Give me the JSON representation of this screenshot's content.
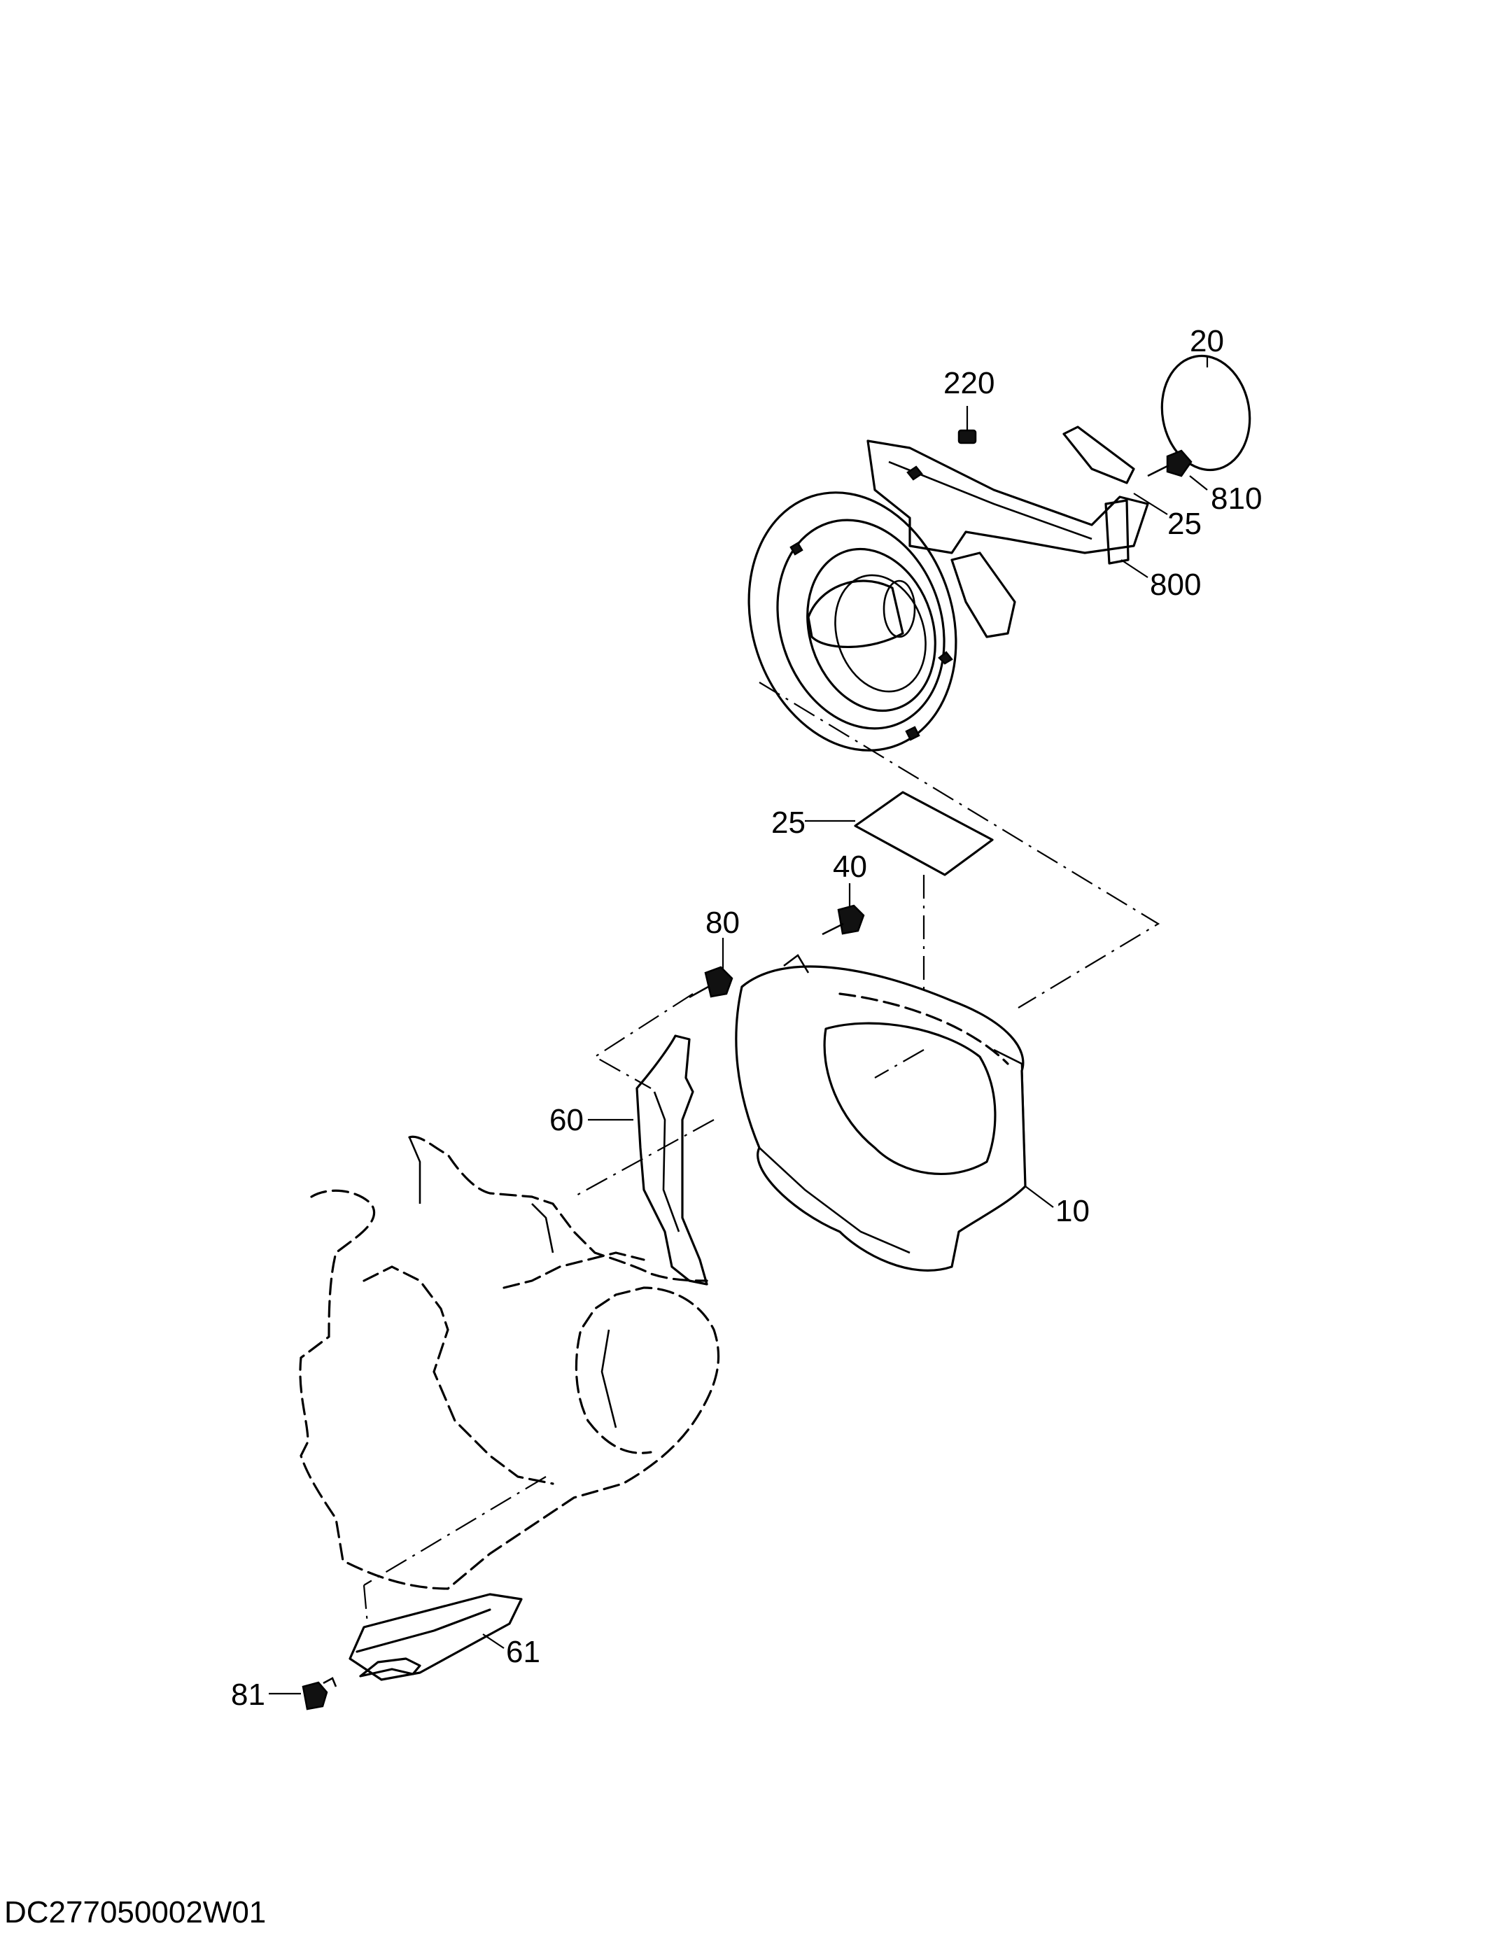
{
  "drawing_code": "DC277050002W01",
  "callouts": [
    {
      "id": "20",
      "text": "20"
    },
    {
      "id": "220",
      "text": "220"
    },
    {
      "id": "810",
      "text": "810"
    },
    {
      "id": "25a",
      "text": "25"
    },
    {
      "id": "800",
      "text": "800"
    },
    {
      "id": "25b",
      "text": "25"
    },
    {
      "id": "40",
      "text": "40"
    },
    {
      "id": "80",
      "text": "80"
    },
    {
      "id": "60",
      "text": "60"
    },
    {
      "id": "10",
      "text": "10"
    },
    {
      "id": "61",
      "text": "61"
    },
    {
      "id": "81",
      "text": "81"
    }
  ]
}
